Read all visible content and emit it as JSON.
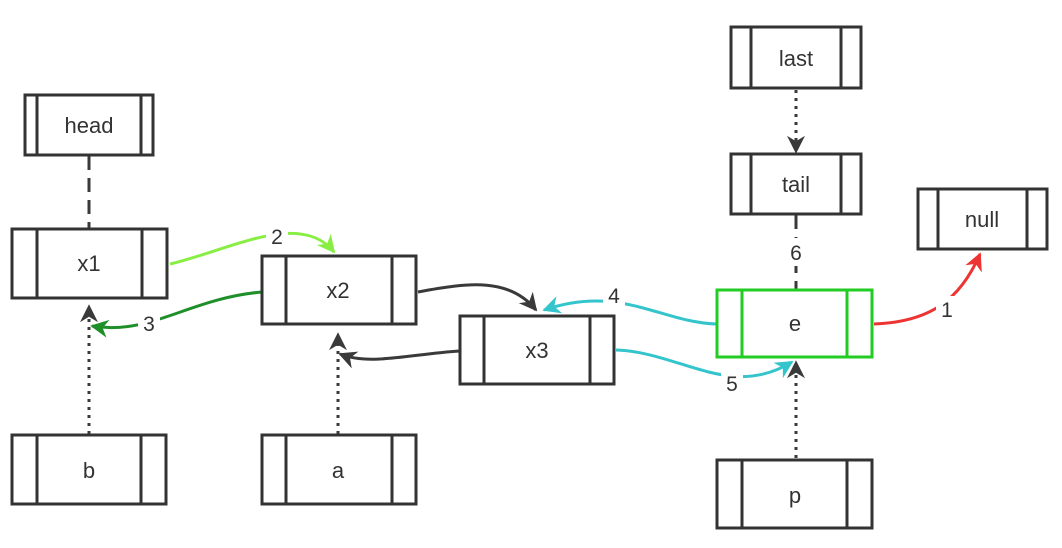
{
  "colors": {
    "node_stroke": "#333333",
    "highlight_stroke": "#22cc22",
    "edge_dark": "#3a3a3a",
    "edge_light_green": "#88ee44",
    "edge_dark_green": "#1f8f2a",
    "edge_cyan": "#33c4cc",
    "edge_red": "#ee3333"
  },
  "nodes": {
    "head": "head",
    "x1": "x1",
    "x2": "x2",
    "x3": "x3",
    "b": "b",
    "a": "a",
    "last": "last",
    "tail": "tail",
    "null": "null",
    "e": "e",
    "p": "p"
  },
  "edge_labels": {
    "e1": "1",
    "e2": "2",
    "e3": "3",
    "e4": "4",
    "e5": "5",
    "e6": "6"
  }
}
